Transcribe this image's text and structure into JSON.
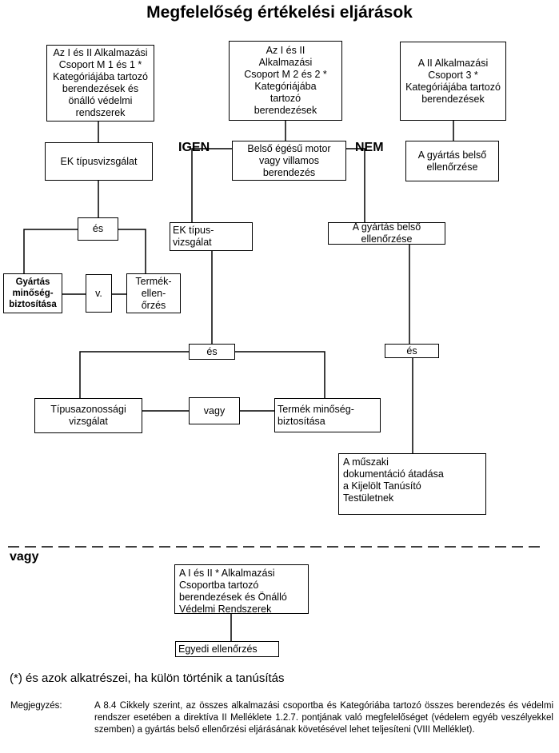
{
  "title": "Megfelelőség értékelési eljárások",
  "labels": {
    "igen": "IGEN",
    "nem": "NEM",
    "vagy_section": "vagy"
  },
  "boxes": {
    "group_m1": "Az I és II Alkalmazási\nCsoport  M 1 és 1 *\nKategóriájába tartozó\nberendezések és\nönálló védelmi\nrendszerek",
    "group_m2": "Az I és II\nAlkalmazási\nCsoport M 2 és 2 *\nKategóriájába\ntartozó\nberendezések",
    "group_3": "A II Alkalmazási\nCsoport 3 *\nKategóriájába tartozó\nberendezések",
    "ek_type_test": "EK típusvizsgálat",
    "engine_question": "Belső égésű motor\nvagy villamos\nberendezés",
    "internal_control_right": "A gyártás belső\nellenőrzése",
    "es_1": "és",
    "ek_type_test_2": "EK típus-\nvizsgálat",
    "internal_control_mid": "A gyártás belső\nellenőrzése",
    "production_qa": "Gyártás\nminőség-\nbiztosítása",
    "v_or": "v.",
    "product_check": "Termék-\nellen-\nőrzés",
    "es_2": "és",
    "es_3": "és",
    "type_conformity": "Típusazonossági\nvizsgálat",
    "vagy_box": "vagy",
    "product_qa": "Termék minőség-\nbiztosítása",
    "technical_docs": "A műszaki\ndokumentáció átadása\n a  Kijelölt Tanúsító\nTestületnek",
    "group_all": "A I és II * Alkalmazási\nCsoportba tartozó\nberendezések és Önálló\nVédelmi Rendszerek",
    "unit_verification": "Egyedi ellenőrzés"
  },
  "footnote": "(*) és azok alkatrészei, ha külön történik a tanúsítás",
  "note": {
    "label": "Megjegyzés:",
    "text": "A 8.4 Cikkely szerint, az összes alkalmazási csoportba és Kategóriába tartozó összes berendezés és védelmi rendszer esetében a direktíva II Melléklete 1.2.7. pontjának való megfelelőséget (védelem egyéb veszélyekkel szemben) a gyártás belső ellenőrzési eljárásának követésével lehet teljesíteni (VIII Melléklet)."
  }
}
